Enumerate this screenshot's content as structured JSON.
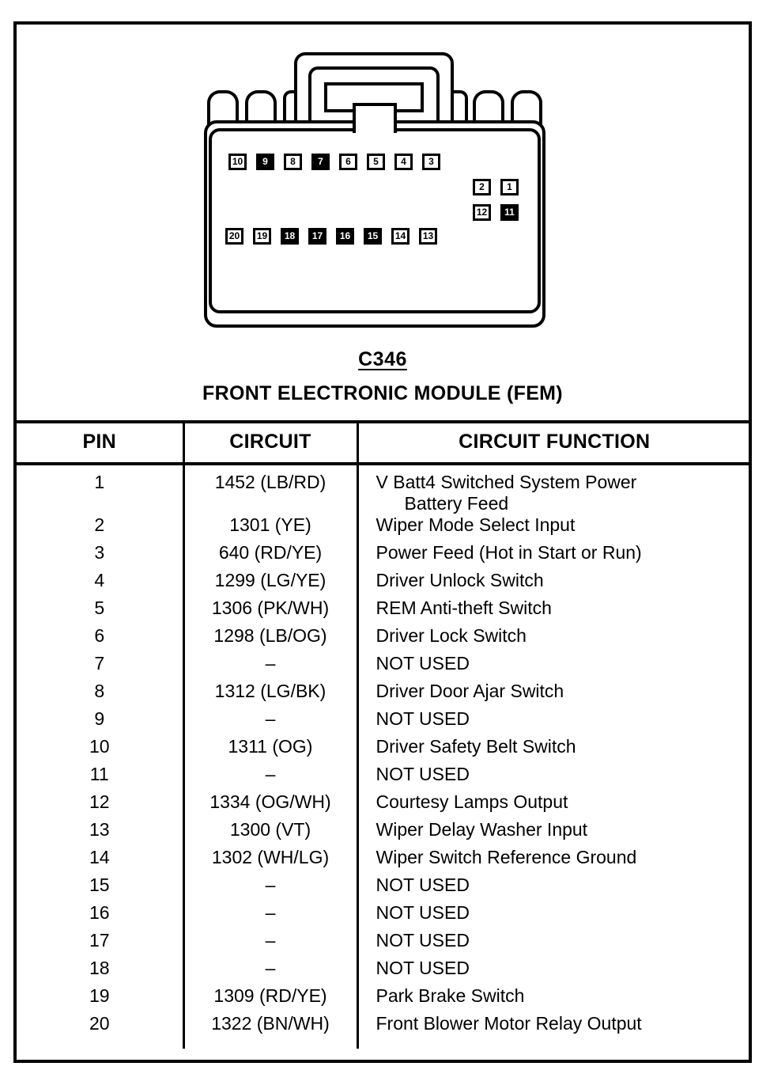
{
  "connector": {
    "id": "C346",
    "name": "FRONT ELECTRONIC MODULE (FEM)",
    "pin_layout": {
      "top_row": [
        {
          "label": "10",
          "filled": false
        },
        {
          "label": "9",
          "filled": true
        },
        {
          "label": "8",
          "filled": false
        },
        {
          "label": "7",
          "filled": true
        },
        {
          "label": "6",
          "filled": false
        },
        {
          "label": "5",
          "filled": false
        },
        {
          "label": "4",
          "filled": false
        },
        {
          "label": "3",
          "filled": false
        }
      ],
      "right_upper": [
        {
          "label": "2",
          "filled": false
        },
        {
          "label": "1",
          "filled": false
        }
      ],
      "right_lower": [
        {
          "label": "12",
          "filled": false
        },
        {
          "label": "11",
          "filled": true
        }
      ],
      "bottom_row": [
        {
          "label": "20",
          "filled": false
        },
        {
          "label": "19",
          "filled": false
        },
        {
          "label": "18",
          "filled": true
        },
        {
          "label": "17",
          "filled": true
        },
        {
          "label": "16",
          "filled": true
        },
        {
          "label": "15",
          "filled": true
        },
        {
          "label": "14",
          "filled": false
        },
        {
          "label": "13",
          "filled": false
        }
      ]
    }
  },
  "table": {
    "headers": {
      "pin": "PIN",
      "circuit": "CIRCUIT",
      "function": "CIRCUIT FUNCTION"
    },
    "rows": [
      {
        "pin": "1",
        "circuit": "1452 (LB/RD)",
        "function": "V Batt4 Switched System Power",
        "function_line2": "Battery Feed"
      },
      {
        "pin": "2",
        "circuit": "1301 (YE)",
        "function": "Wiper Mode Select Input"
      },
      {
        "pin": "3",
        "circuit": "640 (RD/YE)",
        "function": "Power Feed (Hot in Start or Run)"
      },
      {
        "pin": "4",
        "circuit": "1299 (LG/YE)",
        "function": "Driver Unlock Switch"
      },
      {
        "pin": "5",
        "circuit": "1306 (PK/WH)",
        "function": "REM Anti-theft Switch"
      },
      {
        "pin": "6",
        "circuit": "1298 (LB/OG)",
        "function": "Driver Lock Switch"
      },
      {
        "pin": "7",
        "circuit": "–",
        "function": "NOT USED"
      },
      {
        "pin": "8",
        "circuit": "1312 (LG/BK)",
        "function": "Driver Door Ajar Switch"
      },
      {
        "pin": "9",
        "circuit": "–",
        "function": "NOT USED"
      },
      {
        "pin": "10",
        "circuit": "1311 (OG)",
        "function": "Driver Safety Belt Switch"
      },
      {
        "pin": "11",
        "circuit": "–",
        "function": "NOT USED"
      },
      {
        "pin": "12",
        "circuit": "1334 (OG/WH)",
        "function": "Courtesy Lamps Output"
      },
      {
        "pin": "13",
        "circuit": "1300 (VT)",
        "function": "Wiper Delay Washer Input"
      },
      {
        "pin": "14",
        "circuit": "1302 (WH/LG)",
        "function": "Wiper Switch Reference Ground"
      },
      {
        "pin": "15",
        "circuit": "–",
        "function": "NOT USED"
      },
      {
        "pin": "16",
        "circuit": "–",
        "function": "NOT USED"
      },
      {
        "pin": "17",
        "circuit": "–",
        "function": "NOT USED"
      },
      {
        "pin": "18",
        "circuit": "–",
        "function": "NOT USED"
      },
      {
        "pin": "19",
        "circuit": "1309 (RD/YE)",
        "function": "Park Brake Switch"
      },
      {
        "pin": "20",
        "circuit": "1322 (BN/WH)",
        "function": "Front Blower Motor Relay Output"
      }
    ]
  }
}
